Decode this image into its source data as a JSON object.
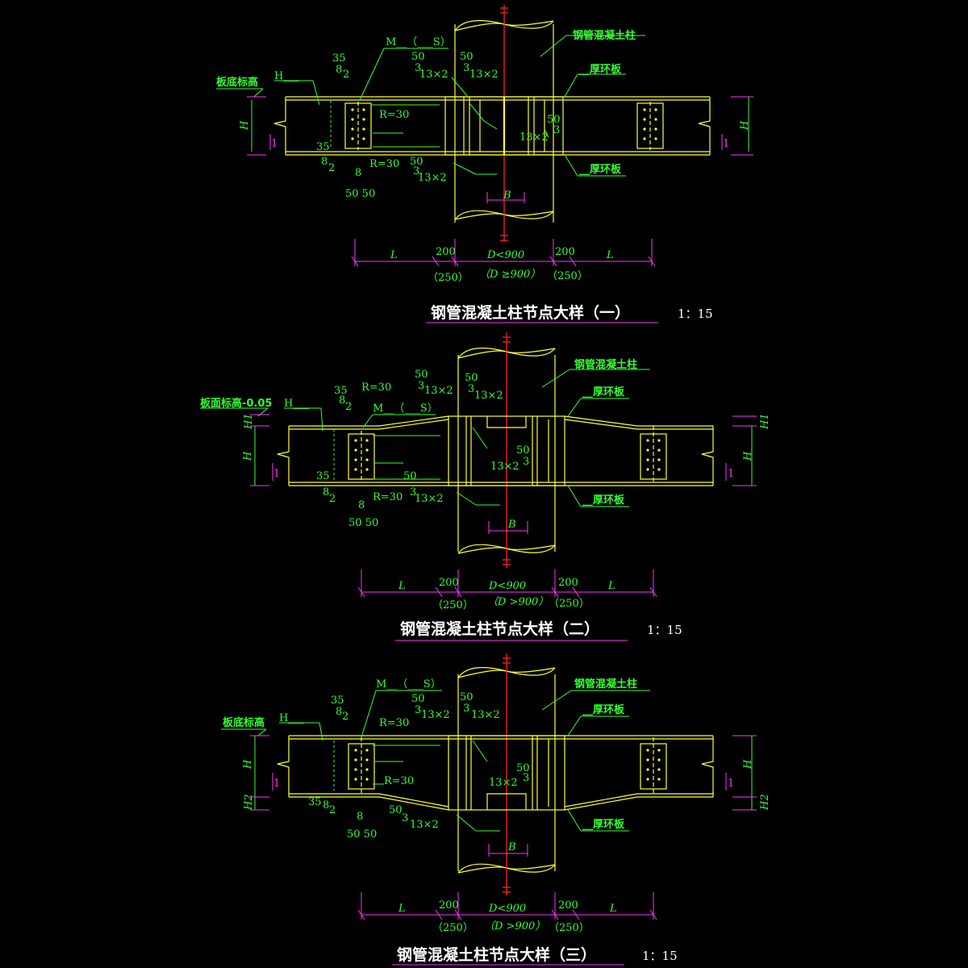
{
  "details": [
    {
      "title": "钢管混凝土柱节点大样（一）",
      "scale": "1：15",
      "column_label": "钢管混凝土柱",
      "ring_top": "__厚环板",
      "ring_bottom": "__厚环板",
      "elev_label": "板底标高",
      "h_label": "H___",
      "bolt_label": "M__（___S）",
      "r_top": "R=30",
      "r_bot": "R=30",
      "weld_13x2": "13×2",
      "weld_50": "50",
      "weld_3": "3",
      "dim_35": "35",
      "dim_8": "8",
      "dim_2": "2",
      "dim_5050": "50 50",
      "dim_H": "H",
      "dim_B": "B",
      "sec_1": "1",
      "dim_L": "L",
      "dim_200": "200",
      "dim_250": "（250）",
      "dim_D": "D<900",
      "dim_Dp": "（D ≥900）"
    },
    {
      "title": "钢管混凝土柱节点大样（二）",
      "scale": "1：15",
      "column_label": "钢管混凝土柱",
      "ring_top": "__厚环板",
      "ring_bottom": "__厚环板",
      "elev_label": "板面标高-0.05",
      "h_label": "H___",
      "bolt_label": "M__（___S）",
      "r_top": "R=30",
      "r_bot": "R=30",
      "weld_13x2": "13×2",
      "weld_50": "50",
      "weld_3": "3",
      "dim_35": "35",
      "dim_8": "8",
      "dim_2": "2",
      "dim_5050": "50 50",
      "dim_H": "H",
      "dim_H1": "H1",
      "dim_B": "B",
      "sec_1": "1",
      "dim_L": "L",
      "dim_200": "200",
      "dim_250": "（250）",
      "dim_D": "D<900",
      "dim_Dp": "（D >900）"
    },
    {
      "title": "钢管混凝土柱节点大样（三）",
      "scale": "1：15",
      "column_label": "钢管混凝土柱",
      "ring_top": "__厚环板",
      "ring_bottom": "__厚环板",
      "elev_label": "板底标高",
      "h_label": "H___",
      "bolt_label": "M__（___S）",
      "r_top": "R=30",
      "r_bot": "R=30",
      "weld_13x2": "13×2",
      "weld_50": "50",
      "weld_3": "3",
      "dim_35": "35",
      "dim_8": "8",
      "dim_2": "2",
      "dim_5050": "50 50",
      "dim_H": "H",
      "dim_H2": "H2",
      "dim_B": "B",
      "sec_1": "1",
      "dim_L": "L",
      "dim_200": "200",
      "dim_250": "（250）",
      "dim_D": "D<900",
      "dim_Dp": "（D >900）"
    }
  ]
}
